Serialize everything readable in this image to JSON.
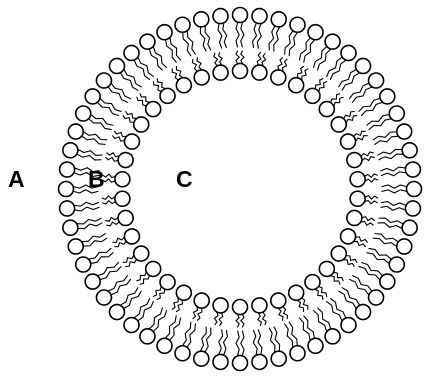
{
  "diagram": {
    "labels": {
      "a": "A",
      "b": "B",
      "c": "C"
    },
    "structure": {
      "outer_leaflet_lipids": 56,
      "inner_leaflet_lipids": 38
    },
    "colors": {
      "stroke": "#000000",
      "head_fill": "#ffffff",
      "background": "#ffffff"
    }
  }
}
